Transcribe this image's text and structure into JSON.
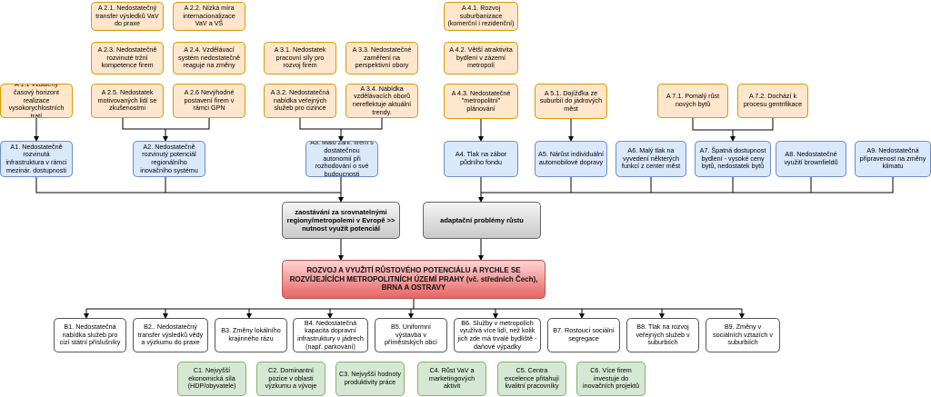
{
  "a_boxes": {
    "a21": "A 2.1. Nedostatečný transfer výsledků VaV do praxe",
    "a22": "A 2.2. Nízká míra internacionalizace VaV a VŠ",
    "a41": "A 4.1. Rozvoj suburbanizace (komerční i rezidenční)",
    "a23": "A 2.3. Nedostatečně rozvinuté tržní kompetence firem",
    "a24": "A 2.4. Vzdělávací systém nedostatečně reaguje na změny",
    "a31": "A 3.1. Nedostatek pracovní síly pro rozvoj firem",
    "a33": "A 3.3. Nedostatečné zaměření na perspektivní obory",
    "a42": "A 4.2. Větší atraktivita bydlení v zázemí metropolí",
    "a11": "A 1.1 Vzdálený časový horizont realizace vysokorychlostních tratí",
    "a25": "A 2.5. Nedostatek motivovaných lidí se zkušenostmi",
    "a26": "A 2.6 Nevýhodné postavení firem v rámci GPN",
    "a32": "A 3.2. Nedostatečná nabídka veřejných služeb pro cizince",
    "a34": "A 3.4. Nabídka vzdělávacích oborů nereflektuje aktuální trendy.",
    "a43": "A 4.3. Nedostatečné \"metropolitní\" plánování",
    "a51": "A 5.1. Dojížďka ze suburbií do jádrových měst",
    "a71": "A 7.1. Pomalý růst nových bytů",
    "a72": "A 7.2. Dochází k procesu gentrifikace"
  },
  "a_level": {
    "a1": "A1. Nedostatečně rozvinutá infrastruktura v rámci mezinár. dostupnosti",
    "a2": "A2. Nedostatečně rozvinutý potenciál regionálního inovačního systému",
    "a3": "A3. Málo zahr. firem s dostatečnou autonomií při rozhodování o své budoucnosti",
    "a4": "A4. Tlak na zábor půdního fondu",
    "a5": "A5. Nárůst individuální automobilové dopravy",
    "a6": "A6. Malý tlak na vyvedení některých funkcí z center měst",
    "a7": "A7. Špatná dostupnost bydlení - vysoké ceny bytů, nedostatek bytů",
    "a8": "A8. Nedostatečné využití brownfieldů",
    "a9": "A9. Nedostatečná připravenost na změny klimatu"
  },
  "gray": {
    "left": "zaostávání za srovnatelnými regiony/metropolemi v Evropě >> nutnost využít potenciál",
    "right": "adaptační problémy růstu"
  },
  "central": "ROZVOJ A VYUŽITÍ RŮSTOVÉHO POTENCIÁLU A RYCHLE SE ROZVÍJEJÍCÍCH METROPOLITNÍCH ÚZEMÍ PRAHY (vč. středních Čech), BRNA A OSTRAVY",
  "b_boxes": {
    "b1": "B1. Nedostatečná nabídka služeb pro cizí státní příslušníky",
    "b2": "B2.. Nedostatečný transfer výsledků vědy a výzkumu do praxe",
    "b3": "B3. Změny lokálního krajinného rázu",
    "b4": "B4. Nedostatečná kapacita dopravní infrastruktury v jádrech (např. parkování)",
    "b5": "B5. Uniformní výstavba v příměstských obcí",
    "b6": "B6. Služby v metropolích využívá více lidí, než kolik jich zde má trvalé bydliště - daňové výpadky",
    "b7": "B7. Rostoucí sociální segregace",
    "b8": "B8. Tlak na rozvoj veřejných služeb v suburbiích",
    "b9": "B9. Změny v sociálních vztazích v suburbiích"
  },
  "c_boxes": {
    "c1": "C1. Nejvyšší ekonomická síla (HDP/obyvatele)",
    "c2": "C2. Dominantní pozice v oblasti výzkumu a vývoje",
    "c3": "C3. Nejvyšší hodnoty produktivity práce",
    "c4": "C4. Růst VaV a marketingových aktivit",
    "c5": "C5. Centra excelence přitahují kvalitní pracovníky",
    "c6": "C6. Více firem investuje do inovačních projektů"
  },
  "colors": {
    "orange_fill": "#ffe6cc",
    "orange_stroke": "#d79b00",
    "blue_fill": "#dae8fc",
    "blue_stroke": "#6c8ebf",
    "green_fill": "#d5e8d4",
    "green_stroke": "#82b366",
    "red_fill": "#f19c99",
    "red_stroke": "#b85450",
    "connector": "#000000"
  }
}
